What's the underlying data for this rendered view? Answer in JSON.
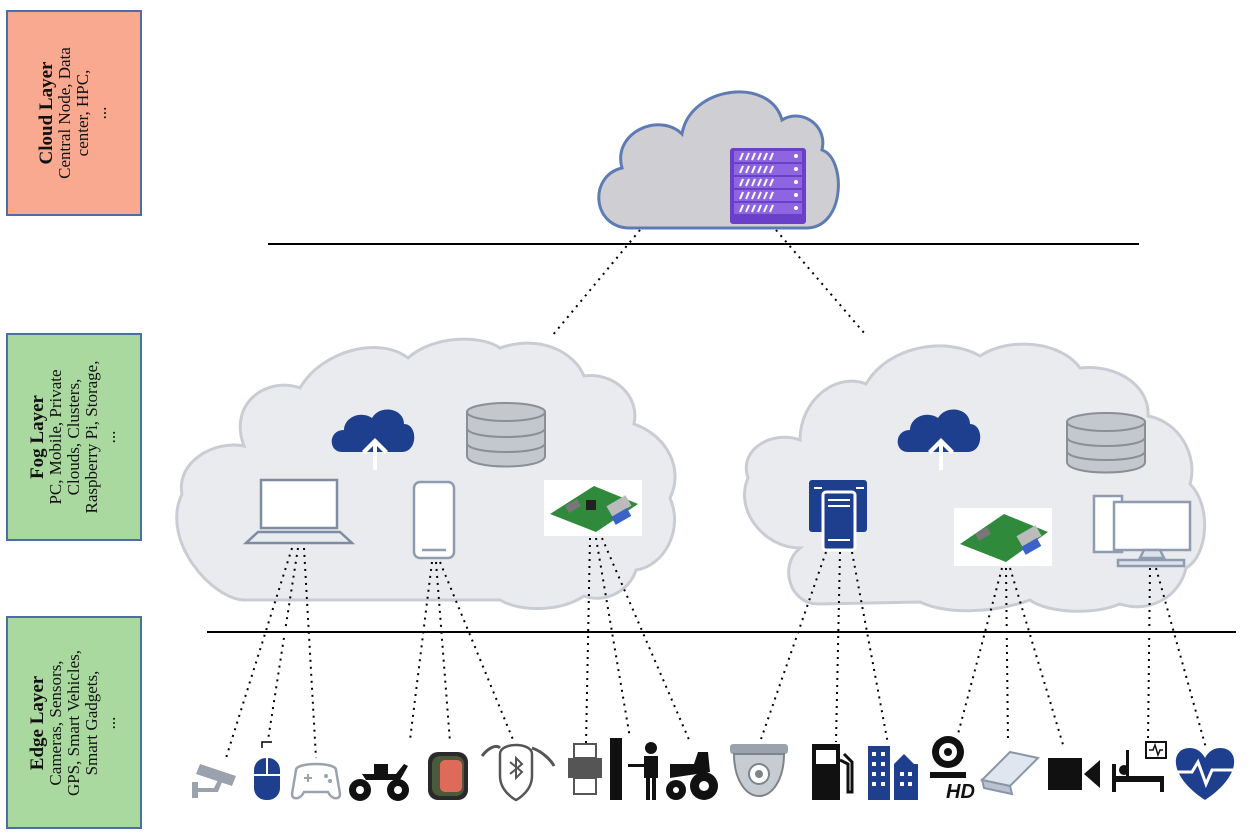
{
  "layers": {
    "cloud": {
      "title": "Cloud Layer",
      "desc1": "Central Node, Data",
      "desc2": "center, HPC,",
      "desc3": "..."
    },
    "fog": {
      "title": "Fog Layer",
      "desc1": "PC, Mobile, Private",
      "desc2": "Clouds, Clusters,",
      "desc3": "Raspberry Pi, Storage,",
      "desc4": "..."
    },
    "edge": {
      "title": "Edge Layer",
      "desc1": "Cameras, Sensors,",
      "desc2": "GPS, Smart Vehicles,",
      "desc3": "Smart Gadgets,",
      "desc4": "..."
    }
  },
  "colors": {
    "cloud_box": "#f8a98f",
    "fog_box": "#aad9a0",
    "edge_box": "#aad9a0",
    "cloud_fill": "#cfcfd3",
    "fog_fill": "#e9ebef",
    "server_purple": "#6a3fc9",
    "icon_blue": "#1e3e8e",
    "icon_black": "#111111",
    "icon_gray": "#9aa3ad"
  },
  "edge_icons": [
    "security-camera-icon",
    "mouse-icon",
    "gamepad-icon",
    "quad-bike-icon",
    "smartwatch-icon",
    "bluetooth-tracker-icon",
    "printer-icon",
    "door-person-icon",
    "tractor-icon",
    "dome-camera-icon",
    "fuel-pump-icon",
    "buildings-icon",
    "hd-webcam-icon",
    "scanner-icon",
    "video-camera-icon",
    "patient-monitor-icon",
    "heartbeat-icon"
  ],
  "hd_label": "HD"
}
